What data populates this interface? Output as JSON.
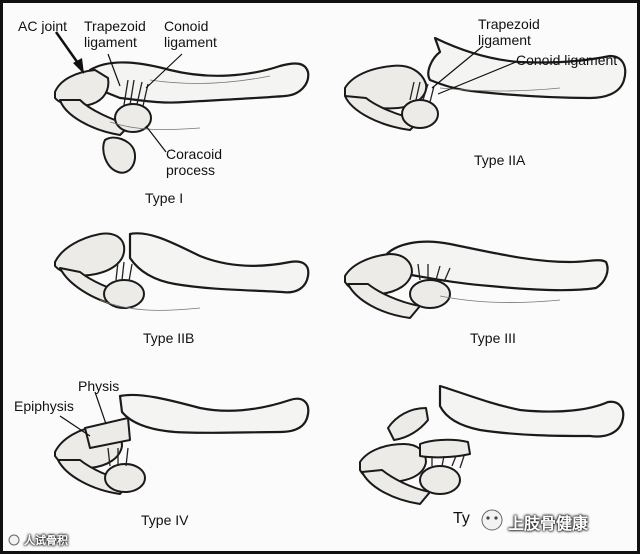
{
  "panels": [
    {
      "caption": "Type I",
      "labels": {
        "ac_joint": "AC joint",
        "trapezoid": "Trapezoid\nligament",
        "conoid": "Conoid\nligament",
        "coracoid": "Coracoid\nprocess"
      }
    },
    {
      "caption": "Type IIA",
      "labels": {
        "trapezoid": "Trapezoid\nligament",
        "conoid": "Conoid ligament"
      }
    },
    {
      "caption": "Type IIB"
    },
    {
      "caption": "Type III"
    },
    {
      "caption": "Type IV",
      "labels": {
        "physis": "Physis",
        "epiphysis": "Epiphysis"
      }
    },
    {
      "caption": "Ty"
    }
  ],
  "watermark": {
    "left": "人试骨积",
    "right": "上肢骨健康"
  }
}
